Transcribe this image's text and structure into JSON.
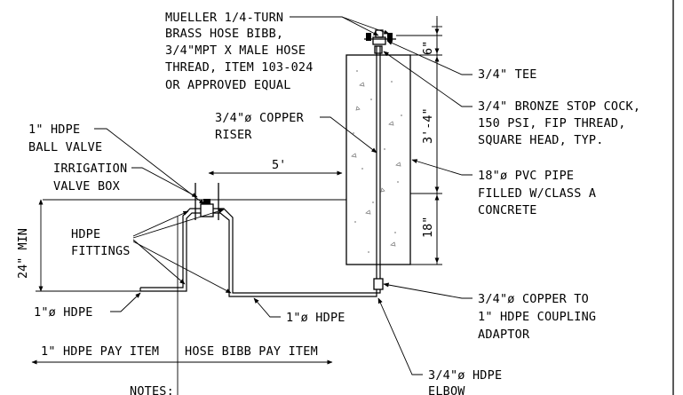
{
  "labels": {
    "bibb": [
      "MUELLER 1/4-TURN",
      "BRASS HOSE BIBB,",
      "3/4\"MPT X MALE HOSE",
      "THREAD, ITEM 103-024",
      "OR APPROVED EQUAL"
    ],
    "tee": "3/4\" TEE",
    "stopcock": [
      "3/4\" BRONZE STOP COCK,",
      "150 PSI, FIP THREAD,",
      "SQUARE HEAD, TYP."
    ],
    "riser": [
      "3/4\"ø COPPER",
      "RISER"
    ],
    "ball_valve": [
      "1\" HDPE",
      "BALL VALVE"
    ],
    "valve_box": [
      "IRRIGATION",
      "VALVE BOX"
    ],
    "pvc": [
      "18\"ø PVC PIPE",
      "FILLED W/CLASS A",
      "CONCRETE"
    ],
    "fittings": [
      "HDPE",
      "FITTINGS"
    ],
    "hdpe_left": "1\"ø HDPE",
    "hdpe_mid": "1\"ø HDPE",
    "coupling": [
      "3/4\"ø COPPER TO",
      "1\" HDPE COUPLING",
      "ADAPTOR"
    ],
    "elbow": [
      "3/4\"ø HDPE",
      "ELBOW"
    ],
    "pay_left": "1\" HDPE PAY ITEM",
    "pay_right": "HOSE BIBB PAY ITEM",
    "notes": "NOTES:"
  },
  "dimensions": {
    "d6": "6\"",
    "d3_4": "3'-4\"",
    "d18": "18\"",
    "d5": "5'",
    "d24": "24\" MIN"
  }
}
